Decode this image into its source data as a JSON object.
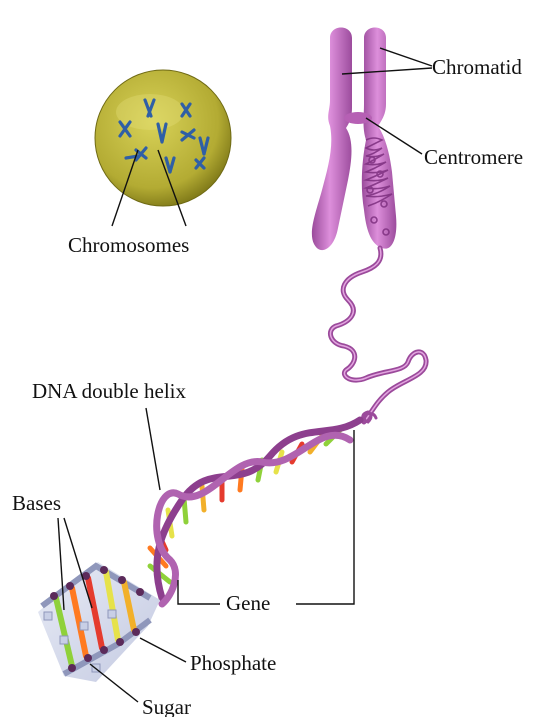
{
  "labels": {
    "chromatid": "Chromatid",
    "centromere": "Centromere",
    "chromosomes": "Chromosomes",
    "dna_double_helix": "DNA double helix",
    "bases": "Bases",
    "gene": "Gene",
    "phosphate": "Phosphate",
    "sugar": "Sugar"
  },
  "colors": {
    "cell_fill": "#b7b03a",
    "cell_shade": "#8c861f",
    "chromosome_mini": "#2f5fa6",
    "chromosome": "#c46cc4",
    "chromosome_dark": "#8d3f8e",
    "helix_backbone": "#9b4a9b",
    "base_colors": [
      "#e53b2e",
      "#f2b02a",
      "#8fd13a",
      "#e6e24a",
      "#ff7a20"
    ],
    "ladder_node": "#5b2a5a",
    "ladder_frame": "#c8cfe6",
    "leader_line": "#111111"
  }
}
